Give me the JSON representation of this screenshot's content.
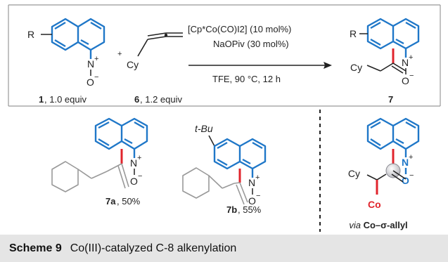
{
  "scheme": {
    "conditions": {
      "catalyst": "[Cp*Co(CO)I2] (10 mol%)",
      "additive": "NaOPiv (30 mol%)",
      "solvent_temp_time": "TFE, 90 °C, 12 h"
    },
    "substrate": {
      "number": "1",
      "amount": ", 1.0 equiv"
    },
    "allene": {
      "number": "6",
      "amount": ", 1.2 equiv",
      "group": "Cy"
    },
    "plus_sign": "+",
    "product": {
      "number": "7",
      "r_group": "R",
      "cy_group": "Cy"
    },
    "atom_labels": {
      "nitrogen": "N",
      "oxygen": "O",
      "charge_plus": "+",
      "charge_minus": "−"
    },
    "examples": [
      {
        "number": "7a",
        "yield": ", 50%"
      },
      {
        "number": "7b",
        "yield": ", 55%",
        "substituent": "t-Bu"
      }
    ],
    "intermediate": {
      "cy_group": "Cy",
      "metal": "Co",
      "prefix": "via",
      "label": "Co–σ-allyl"
    }
  },
  "caption": {
    "label": "Scheme 9",
    "text": "Co(III)-catalyzed C-8 alkenylation"
  },
  "colors": {
    "highlight_bond": "#e0242c",
    "blue_ring": "#1f77c8",
    "caption_bg": "#e5e5e5",
    "frame": "#999999",
    "sphere": "#b9b9bf"
  }
}
